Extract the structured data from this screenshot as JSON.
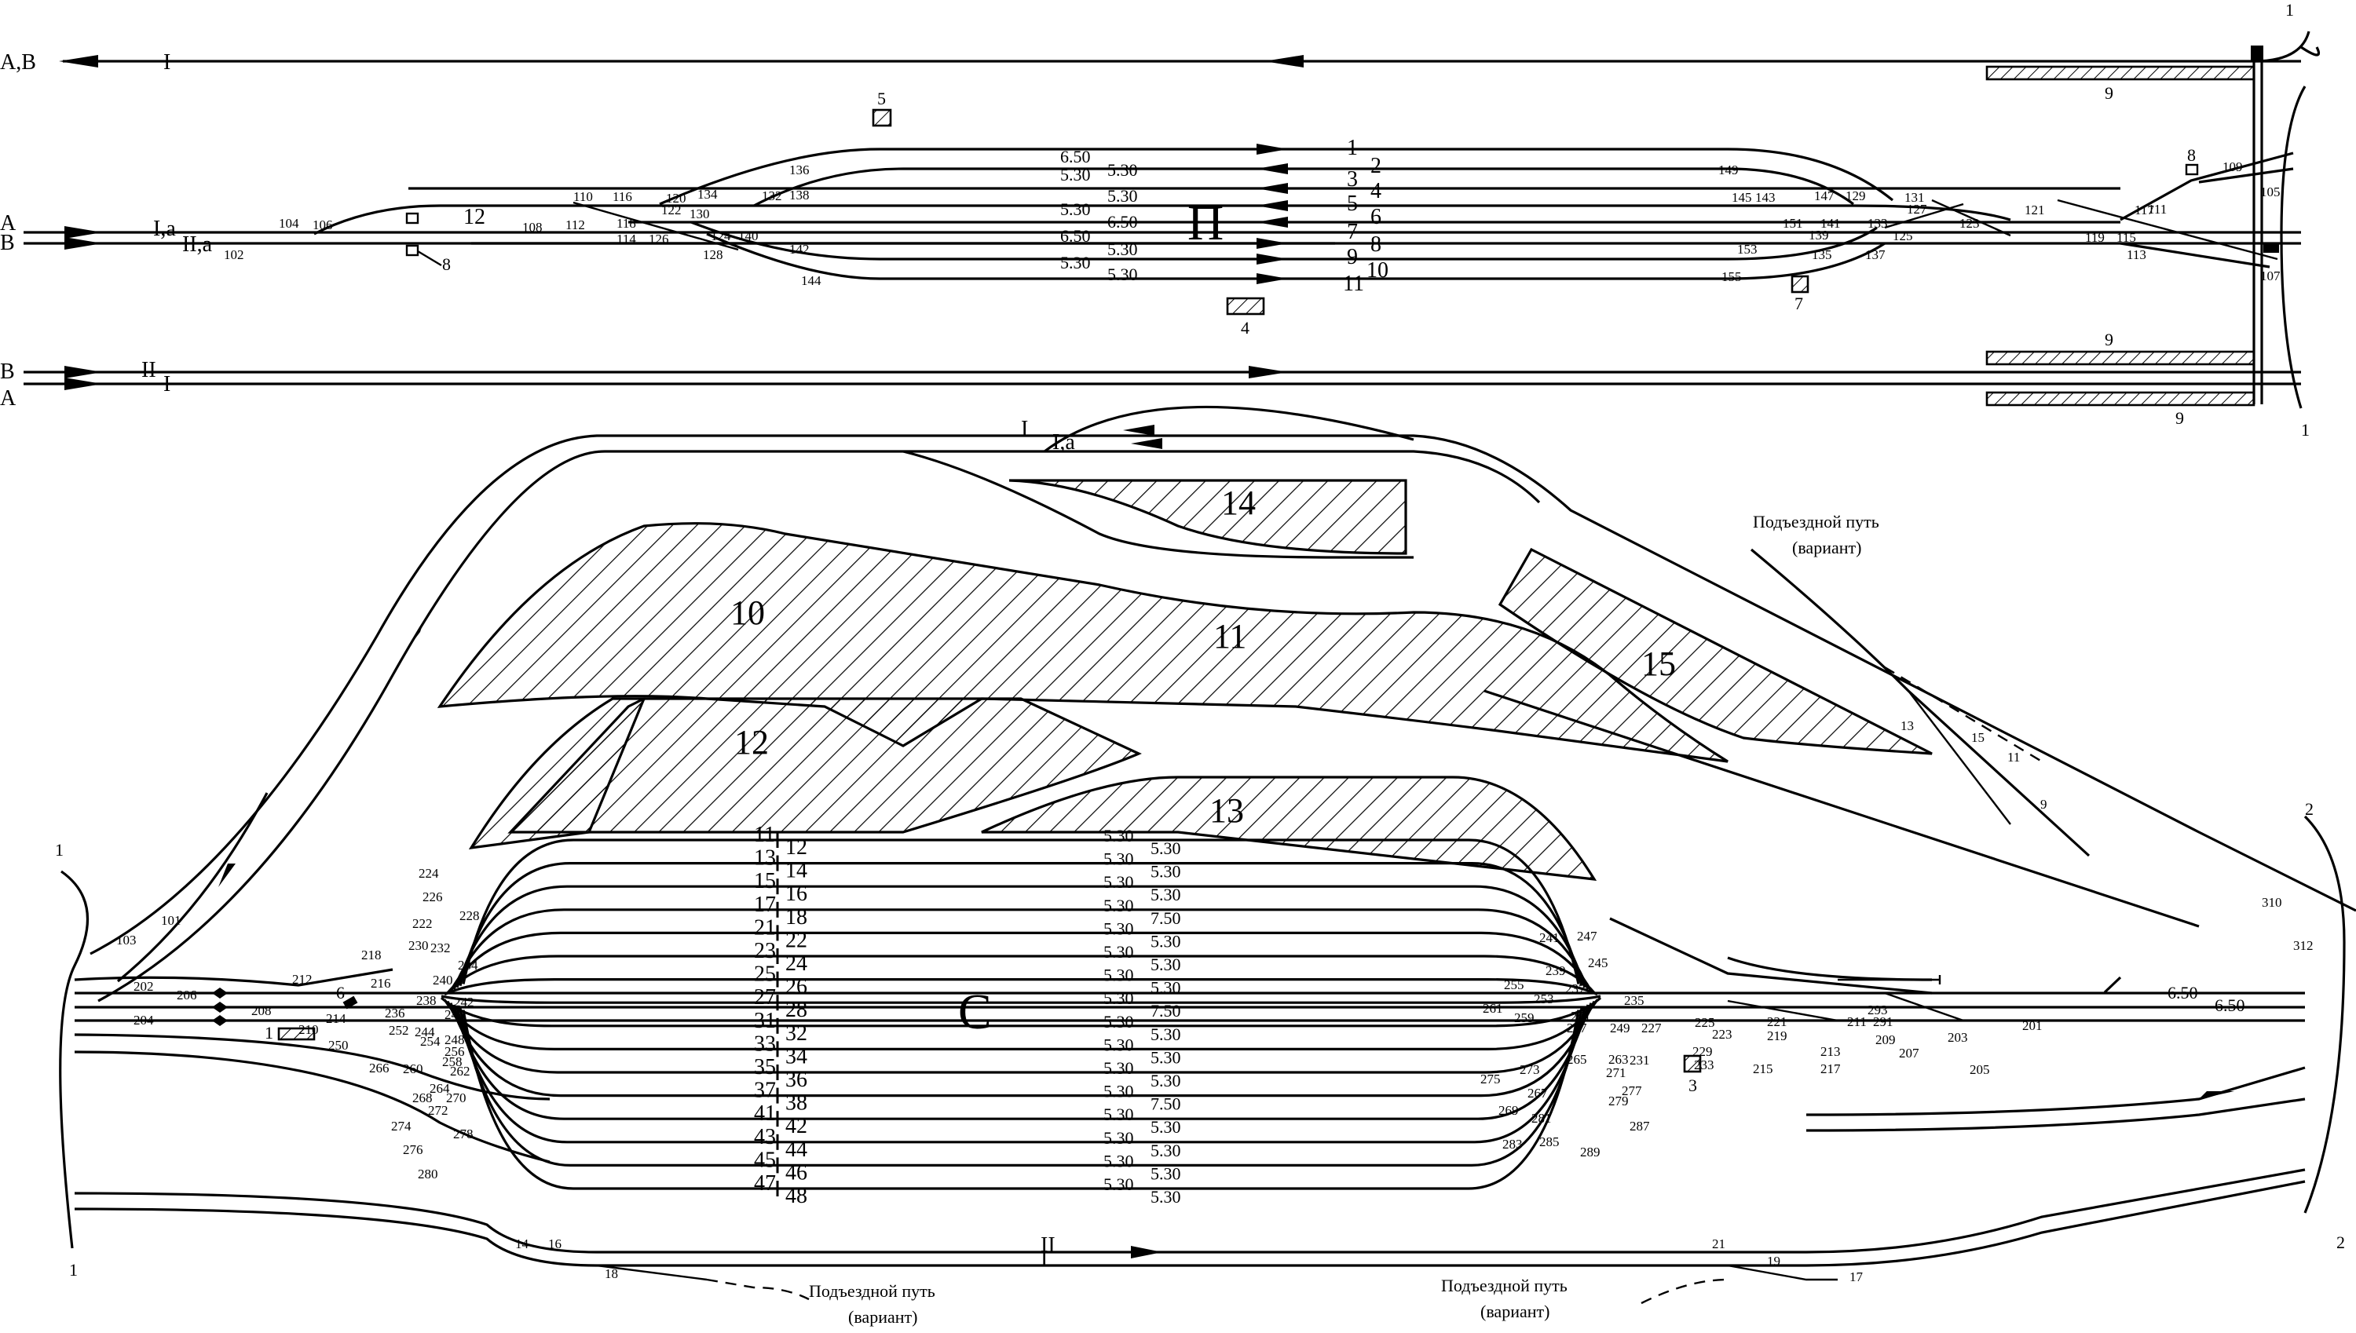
{
  "directions": {
    "ab_top": "А,В",
    "a_mid": "А",
    "b_mid": "В",
    "b_low": "В",
    "a_low": "А"
  },
  "main_lines": {
    "line_I_top": "I",
    "line_Ia_mid": "I,a",
    "line_IIa_mid": "II,a",
    "line_12": "12",
    "line_II_low": "II",
    "line_I_low": "I",
    "line_I_bottom_top": "I",
    "line_Ia_bottom_top": "I,a",
    "line_I_bottom": "I",
    "line_II_bottom": "II"
  },
  "boundaries": {
    "top_right_upper": "1",
    "top_right_lower": "1",
    "bottom_left_upper": "1",
    "bottom_left_lower": "1",
    "bottom_right_upper": "2",
    "bottom_right_lower": "2"
  },
  "park_P": {
    "letter": "П",
    "tracks": [
      "1",
      "2",
      "3",
      "4",
      "5",
      "6",
      "7",
      "8",
      "9",
      "10",
      "11"
    ],
    "lengths_left": [
      "6.50",
      "5.30",
      "6.50",
      "5.30",
      "5.30"
    ],
    "lengths_right": [
      "5.30",
      "5.30",
      "6.50",
      "5.30",
      "5.30"
    ],
    "switches": [
      "102",
      "104",
      "106",
      "108",
      "110",
      "112",
      "114",
      "116",
      "118",
      "120",
      "122",
      "124",
      "126",
      "128",
      "130",
      "132",
      "134",
      "136",
      "138",
      "140",
      "142",
      "144",
      "145",
      "143",
      "147",
      "129",
      "131",
      "127",
      "123",
      "121",
      "117",
      "119",
      "115",
      "111",
      "113",
      "109",
      "105",
      "107",
      "149",
      "151",
      "141",
      "133",
      "125",
      "139",
      "135",
      "137",
      "153",
      "155"
    ]
  },
  "park_C": {
    "letter": "С",
    "tracks_left": [
      "11",
      "13",
      "15",
      "17",
      "21",
      "23",
      "25",
      "27",
      "31",
      "33",
      "35",
      "37",
      "41",
      "43",
      "45",
      "47"
    ],
    "tracks_right": [
      "12",
      "14",
      "16",
      "18",
      "22",
      "24",
      "26",
      "28",
      "32",
      "34",
      "36",
      "38",
      "42",
      "44",
      "46",
      "48"
    ],
    "lengths_left": [
      "5.30",
      "5.30",
      "5.30",
      "5.30",
      "5.30",
      "5.30",
      "5.30",
      "5.30",
      "5.30",
      "5.30",
      "5.30",
      "5.30",
      "5.30",
      "5.30",
      "5.30",
      "5.30"
    ],
    "lengths_right": [
      "5.30",
      "5.30",
      "5.30",
      "7.50",
      "5.30",
      "5.30",
      "5.30",
      "7.50",
      "5.30",
      "5.30",
      "5.30",
      "7.50",
      "5.30",
      "5.30",
      "5.30",
      "5.30"
    ],
    "switches_left": [
      "224",
      "226",
      "228",
      "218",
      "222",
      "230",
      "232",
      "234",
      "216",
      "240",
      "236",
      "238",
      "242",
      "244",
      "246",
      "248",
      "212",
      "214",
      "202",
      "206",
      "204",
      "208",
      "210",
      "250",
      "252",
      "254",
      "256",
      "258",
      "260",
      "262",
      "264",
      "266",
      "268",
      "270",
      "272",
      "274",
      "276",
      "278",
      "280"
    ],
    "switches_right": [
      "247",
      "241",
      "239",
      "245",
      "237",
      "235",
      "255",
      "253",
      "261",
      "259",
      "251",
      "257",
      "249",
      "227",
      "263",
      "265",
      "231",
      "225",
      "223",
      "229",
      "233",
      "221",
      "219",
      "215",
      "213",
      "211",
      "217",
      "293",
      "291",
      "209",
      "207",
      "203",
      "205",
      "201",
      "275",
      "273",
      "271",
      "269",
      "267",
      "277",
      "279",
      "281",
      "287",
      "283",
      "285",
      "289"
    ],
    "far_right": [
      "310",
      "312",
      "6.50",
      "6.50"
    ]
  },
  "zones": [
    "1",
    "3",
    "4",
    "5",
    "6",
    "7",
    "8",
    "8",
    "9",
    "9",
    "9",
    "10",
    "11",
    "12",
    "13",
    "14",
    "15"
  ],
  "access": {
    "top_label_1": "Подъездной путь",
    "top_label_2": "(вариант)",
    "bl_label_1": "Подъездной путь",
    "bl_label_2": "(вариант)",
    "br_label_1": "Подъездной путь",
    "br_label_2": "(вариант)",
    "top_switches": [
      "13",
      "15",
      "11",
      "9"
    ],
    "bottom_switches": [
      "14",
      "16",
      "18",
      "21",
      "19",
      "17",
      "101",
      "103"
    ]
  }
}
